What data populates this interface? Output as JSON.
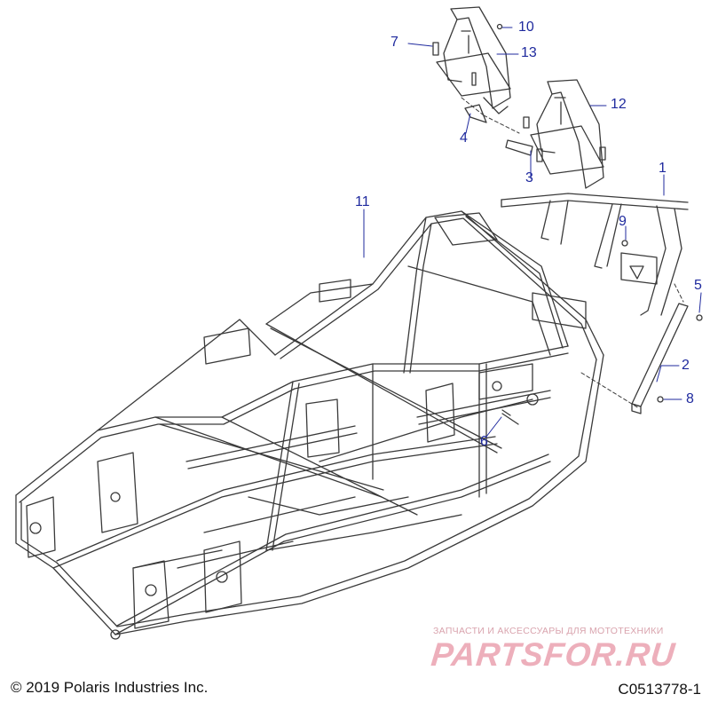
{
  "callouts": {
    "c1": "1",
    "c2": "2",
    "c3": "3",
    "c4": "4",
    "c5": "5",
    "c6": "6",
    "c7": "7",
    "c8": "8",
    "c9": "9",
    "c10": "10",
    "c11": "11",
    "c12": "12",
    "c13": "13"
  },
  "footer": {
    "copyright": "© 2019 Polaris Industries Inc.",
    "diagram_code": "C0513778-1"
  },
  "watermark": {
    "tagline": "ЗАПЧАСТИ И АКСЕССУАРЫ ДЛЯ МОТОТЕХНИКИ",
    "logo": "PARTSFOR.RU"
  },
  "colors": {
    "callout": "#1f2a9e",
    "line_art": "#3a3a3a",
    "watermark": "#eaa2b0"
  }
}
